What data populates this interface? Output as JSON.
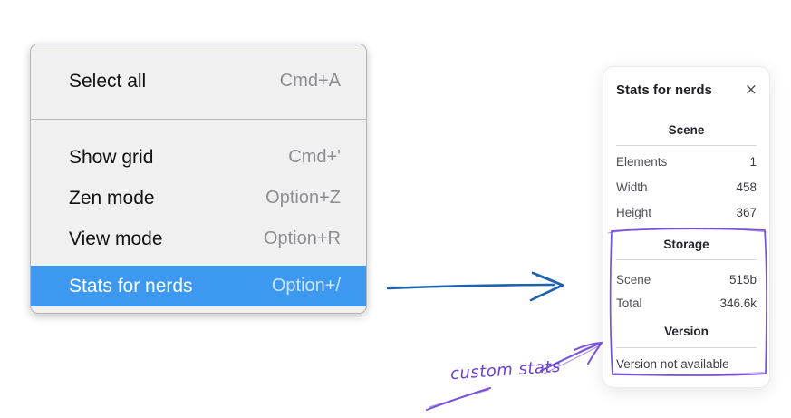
{
  "menu": {
    "sections": [
      {
        "items": [
          {
            "label": "Select all",
            "shortcut": "Cmd+A",
            "highlighted": false
          }
        ]
      },
      {
        "items": [
          {
            "label": "Show grid",
            "shortcut": "Cmd+'",
            "highlighted": false
          },
          {
            "label": "Zen mode",
            "shortcut": "Option+Z",
            "highlighted": false
          },
          {
            "label": "View mode",
            "shortcut": "Option+R",
            "highlighted": false
          },
          {
            "label": "Stats for nerds",
            "shortcut": "Option+/",
            "highlighted": true
          }
        ]
      }
    ]
  },
  "stats_panel": {
    "title": "Stats for nerds",
    "close_icon": "×",
    "sections": [
      {
        "heading": "Scene",
        "rows": [
          {
            "label": "Elements",
            "value": "1"
          },
          {
            "label": "Width",
            "value": "458"
          },
          {
            "label": "Height",
            "value": "367"
          }
        ]
      },
      {
        "heading": "Storage",
        "rows": [
          {
            "label": "Scene",
            "value": "515b"
          },
          {
            "label": "Total",
            "value": "346.6k"
          }
        ]
      },
      {
        "heading": "Version",
        "note": "Version not available"
      }
    ]
  },
  "annotation": {
    "label": "custom stats"
  },
  "colors": {
    "menu_highlight": "#3d99ef",
    "flow_arrow_blue": "#1e63ad",
    "annotation_purple": "#7a52d9",
    "annotation_text_purple": "#6b3fd4"
  }
}
